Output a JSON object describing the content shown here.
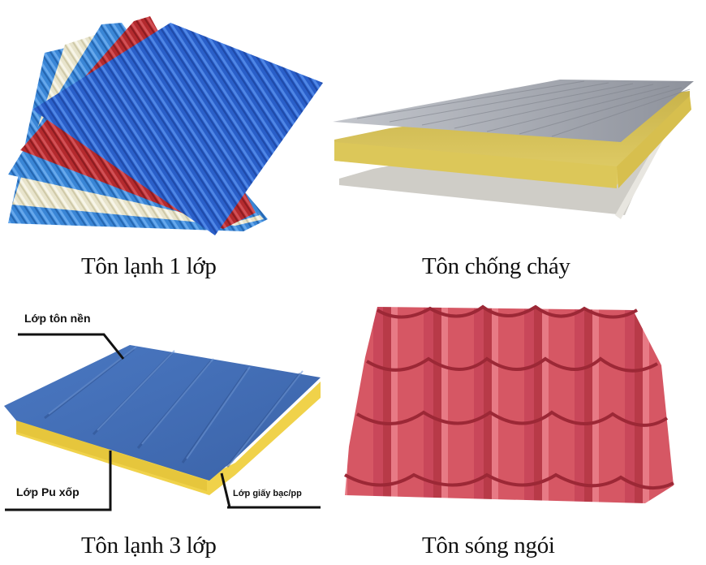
{
  "products": [
    {
      "caption": "Tôn lạnh 1 lớp",
      "image": "corrugated-color-sheets",
      "colors": {
        "blue": "#2a5fc9",
        "red": "#b42a2e",
        "cream": "#e8e4cc",
        "light_blue": "#3a86d6"
      }
    },
    {
      "caption": "Tôn chống cháy",
      "image": "fireproof-sandwich-panel",
      "colors": {
        "top_sheet": "#a7aab3",
        "core": "#d9c45a",
        "bottom_sheet": "#c9c8c2"
      }
    },
    {
      "caption": "Tôn lạnh 3 lớp",
      "image": "three-layer-panel-diagram",
      "colors": {
        "top_sheet": "#3f6bb5",
        "foam": "#f0d24a"
      },
      "labels": {
        "top": "Lớp tôn nền",
        "middle": "Lớp Pu xốp",
        "bottom": "Lớp giấy bạc/pp"
      }
    },
    {
      "caption": "Tôn sóng ngói",
      "image": "tile-profile-sheet",
      "colors": {
        "sheet": "#d45563",
        "shadow": "#9c2836"
      }
    }
  ]
}
